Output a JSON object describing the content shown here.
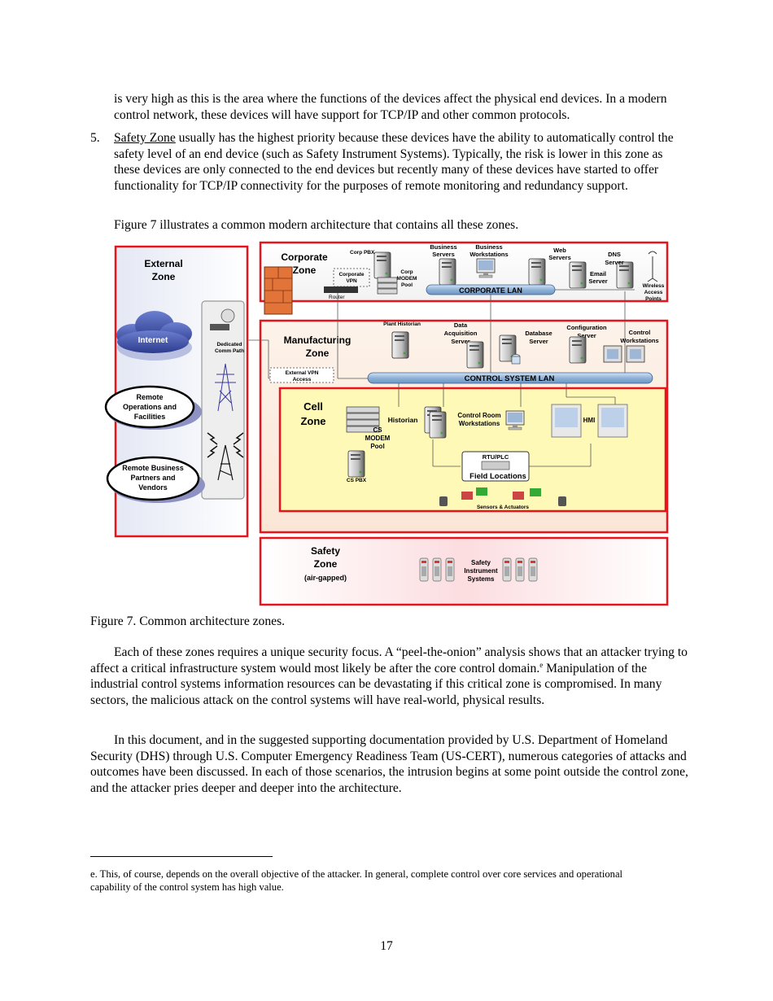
{
  "paragraph_top": "is very high as this is the area where the functions of the devices affect the physical end devices. In a modern control network, these devices will have support for TCP/IP and other common protocols.",
  "item5": {
    "number": "5.",
    "term": "Safety Zone",
    "text": " usually has the highest priority because these devices have the ability to automatically control the safety level of an end device (such as Safety Instrument Systems). Typically, the risk is lower in this zone as these devices are only connected to the end devices but recently many of these devices have started to offer functionality for TCP/IP connectivity for the purposes of remote monitoring and redundancy support."
  },
  "figure_intro": "Figure 7 illustrates a common modern architecture that contains all these zones.",
  "figure": {
    "external_zone": [
      "External",
      "Zone"
    ],
    "corporate_zone": [
      "Corporate",
      "Zone"
    ],
    "manufacturing_zone": [
      "Manufacturing",
      "Zone"
    ],
    "cell_zone": [
      "Cell",
      "Zone"
    ],
    "safety_zone": [
      "Safety",
      "Zone",
      "(air-gapped)"
    ],
    "internet": "Internet",
    "dedicated_comm_path": [
      "Dedicated",
      "Comm Path"
    ],
    "remote_operations": [
      "Remote",
      "Operations and",
      "Facilities"
    ],
    "remote_partners": [
      "Remote Business",
      "Partners and",
      "Vendors"
    ],
    "router": "Router",
    "corp_pbx": "Corp PBX",
    "corporate_vpn": [
      "Corporate",
      "VPN"
    ],
    "corp_modem_pool": [
      "Corp",
      "MODEM",
      "Pool"
    ],
    "business_servers": [
      "Business",
      "Servers"
    ],
    "business_workstations": [
      "Business",
      "Workstations"
    ],
    "web_servers": [
      "Web",
      "Servers"
    ],
    "email_server": [
      "Email",
      "Server"
    ],
    "dns_server": [
      "DNS",
      "Server"
    ],
    "wireless_access_points": [
      "Wireless",
      "Access",
      "Points"
    ],
    "corporate_lan": "CORPORATE LAN",
    "plant_historian": "Plant Historian",
    "data_acquisition_server": [
      "Data",
      "Acquisition",
      "Server"
    ],
    "database_server": [
      "Database",
      "Server"
    ],
    "configuration_server": [
      "Configuration",
      "Server"
    ],
    "control_workstations": [
      "Control",
      "Workstations"
    ],
    "external_vpn_access": [
      "External VPN",
      "Access"
    ],
    "control_system_lan": "CONTROL SYSTEM LAN",
    "cs_modem_pool": [
      "CS",
      "MODEM",
      "Pool"
    ],
    "historian": "Historian",
    "control_room_workstations": [
      "Control Room",
      "Workstations"
    ],
    "hmi": "HMI",
    "rtu_plc": "RTU/PLC",
    "field_locations": "Field Locations",
    "cs_pbx": "CS PBX",
    "sensors_actuators": "Sensors & Actuators",
    "safety_instrument_systems": [
      "Safety",
      "Instrument",
      "Systems"
    ]
  },
  "caption": "Figure 7. Common architecture zones.",
  "paragraph_a_1": "Each of these zones requires a unique security focus. A “peel-the-onion” analysis shows that an attacker trying to affect a critical infrastructure system would most likely be after the core control domain.",
  "footnote_mark": "e",
  "paragraph_a_2": " Manipulation of the industrial control systems information resources can be devastating if this critical zone is compromised. In many sectors, the malicious attack on the control systems will have real-world, physical results.",
  "paragraph_b": "In this document, and in the suggested supporting documentation provided by U.S. Department of Homeland Security (DHS) through U.S. Computer Emergency Readiness Team (US-CERT), numerous categories of attacks and outcomes have been discussed. In each of those scenarios, the intrusion begins at some point outside the control zone, and the attacker pries deeper and deeper into the architecture.",
  "footnote": "e. This, of course, depends on the overall objective of the attacker. In general, complete control over core services and operational capability of the control system has high value.",
  "page_number": "17",
  "colors": {
    "zone_border": "#e8141c",
    "lan_bar": "#9fbfe0",
    "cell_fill": "#fff9b8",
    "manufacturing_fill": "#fdf1e6",
    "safety_fill": "#fde4e6",
    "external_fill": "#eef1f8"
  }
}
